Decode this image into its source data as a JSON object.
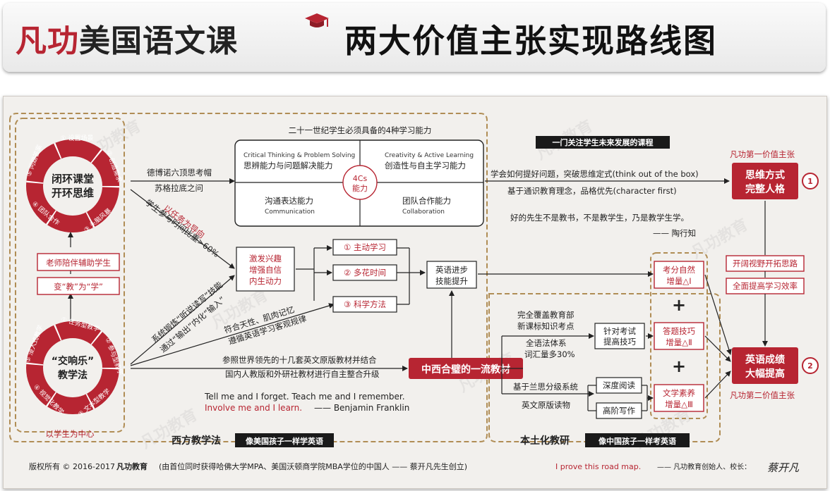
{
  "header": {
    "brand_logo": "凡功",
    "brand_title": "美国语文课",
    "subtitle": "两大价值主张实现路线图"
  },
  "watermark": "凡功教育",
  "loop": {
    "center": [
      "闭环课堂",
      "开环思维"
    ],
    "segments": [
      "① 设置场景",
      "② 创造需求",
      "③ 头脑风暴",
      "④ 团队合作",
      "⑤ 问题答案"
    ]
  },
  "teacher_support": "老师陪伴辅助学生",
  "teach_to_learn": "变“教”为“学”",
  "method": {
    "center": [
      "“交响乐”",
      "教学法"
    ],
    "segments": [
      "① 任务型教学",
      "② 参与型教学",
      "③ 文本型教学",
      "④ 视觉化教学",
      "⑤ 浸入式教学"
    ]
  },
  "student_centered": "以学生为中心",
  "western_label": "西方教学法",
  "western_slogan": "像美国孩子一样学英语",
  "local_label": "本土化教研",
  "local_slogan": "像中国孩子一样考英语",
  "socratic": [
    "德博诺六顶思考帽",
    "苏格拉底之问"
  ],
  "participation": "学生参与时间比重>60%",
  "task_oriented": "以任务为导向",
  "skills_system": [
    "系统锻炼“听说读写”技能",
    "通过“输出”内化“输入”"
  ],
  "natural": [
    "符合天性、肌肉记忆",
    "遵循英语学习客观规律"
  ],
  "textbook_desc": [
    "参照世界领先的十几套英文原版教材并结合",
    "国内人教版和外研社教材进行自主整合升级"
  ],
  "ability_title": "二十一世纪学生必须具备的4种学习能力",
  "abilities": {
    "critical_en": "Critical Thinking & Problem Solving",
    "critical_cn": "思辨能力与问题解决能力",
    "creativity_en": "Creativity & Active Learning",
    "creativity_cn": "创造性与自主学习能力",
    "comm_cn": "沟通表达能力",
    "comm_en": "Communication",
    "collab_cn": "团队合作能力",
    "collab_en": "Collaboration",
    "center": [
      "4Cs",
      "能力"
    ]
  },
  "motivation": [
    "激发兴趣",
    "增强自信",
    "内生动力"
  ],
  "learning_modes": [
    "① 主动学习",
    "② 多花时间",
    "③ 科学方法"
  ],
  "english_up": [
    "英语进步",
    "技能提升"
  ],
  "textbook": "中西合璧的一流教材",
  "future_label": "一门关注学生未来发展的课程",
  "value_lines": [
    "学会如何提好问题，突破思维定式(think out of the box)",
    "基于通识教育理念，品格优先(character first)"
  ],
  "quote_cn": "好的先生不是教书，不是教学生，乃是教学生学。",
  "quote_cn_author": "—— 陶行知",
  "quote_en": [
    "Tell me and I forget. Teach me and I remember.",
    "Involve me and I learn."
  ],
  "quote_en_author": "—— Benjamin Franklin",
  "value1": {
    "label": "凡功第一价值主张",
    "box": [
      "思维方式",
      "完整人格"
    ],
    "num": "1"
  },
  "value2": {
    "label": "凡功第二价值主张",
    "box": [
      "英语成绩",
      "大幅提高"
    ],
    "num": "2"
  },
  "broaden": "开阔视野开拓思路",
  "improve": "全面提高学习效率",
  "local_items": {
    "coverage": [
      "完全覆盖教育部",
      "新课标知识考点"
    ],
    "grammar": [
      "全语法体系",
      "词汇量多30%"
    ],
    "lanse": "基于兰思分级系统",
    "originals": "英文原版读物",
    "exam_skills": [
      "针对考试",
      "提高技巧"
    ],
    "deep_reading": "深度阅读",
    "advanced_writing": "高阶写作"
  },
  "increments": {
    "natural": [
      "考分自然",
      "增量△Ⅰ"
    ],
    "skills": [
      "答题技巧",
      "增量△Ⅱ"
    ],
    "literacy": [
      "文学素养",
      "增量△Ⅲ"
    ],
    "plus": "+"
  },
  "footer": {
    "copyright": "版权所有 © 2016-2017",
    "brand": "凡功教育",
    "founder": "(由首位同时获得哈佛大学MPA、美国沃顿商学院MBA学位的中国人 —— 蔡开凡先生创立)",
    "prove": "I prove this road map.",
    "founder_sign": "—— 凡功教育创始人、校长：",
    "signature": "蔡开凡"
  },
  "colors": {
    "accent": "#b72532",
    "border": "#b08d55"
  }
}
